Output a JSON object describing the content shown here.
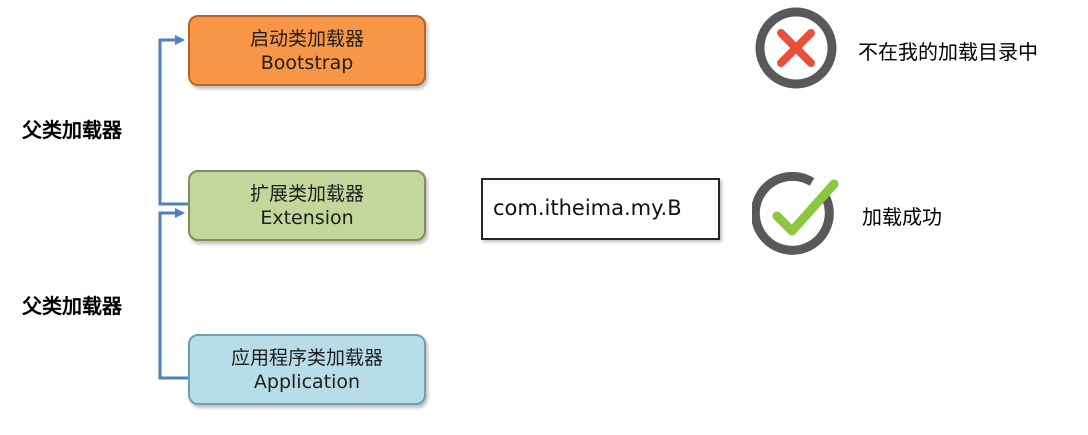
{
  "loaders": {
    "bootstrap": {
      "name": "启动类加载器",
      "en": "Bootstrap"
    },
    "extension": {
      "name": "扩展类加载器",
      "en": "Extension"
    },
    "application": {
      "name": "应用程序类加载器",
      "en": "Application"
    }
  },
  "parent_labels": [
    "父类加载器",
    "父类加载器"
  ],
  "class_name": "com.itheima.my.B",
  "results": {
    "fail": {
      "icon": "x-mark-icon",
      "text": "不在我的加载目录中"
    },
    "success": {
      "icon": "check-mark-icon",
      "text": "加载成功"
    }
  },
  "colors": {
    "bootstrap": "#f79646",
    "extension": "#c3d69b",
    "application": "#b7dde8",
    "connector": "#4f81bd",
    "fail_mark": "#e8503a",
    "success_mark": "#8dc63f",
    "ring": "#595959"
  }
}
